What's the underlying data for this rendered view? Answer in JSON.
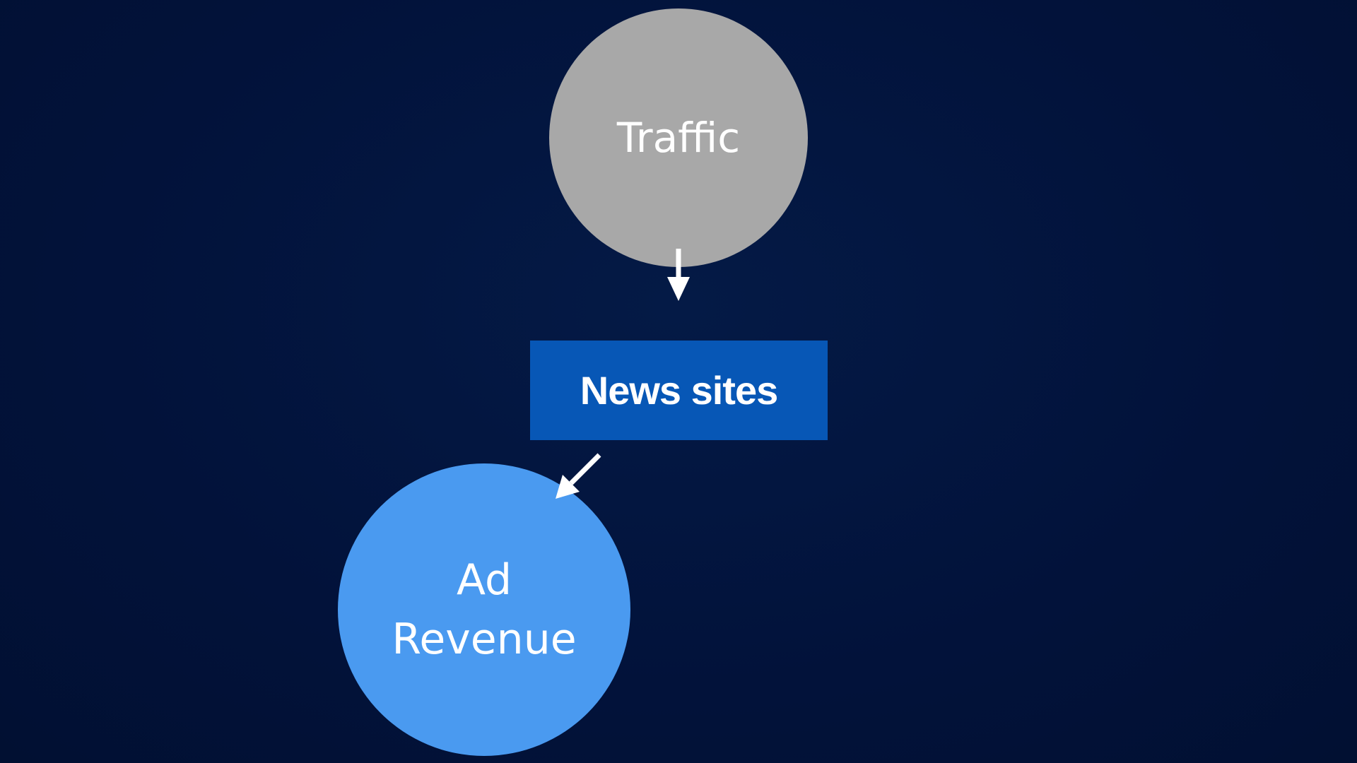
{
  "diagram": {
    "nodes": {
      "traffic": {
        "label": "Traffic",
        "color": "#a8a8a8"
      },
      "news_sites": {
        "label": "News sites",
        "color": "#0757b6"
      },
      "ad_revenue": {
        "label": "Ad\nRevenue",
        "color": "#4a9af0"
      }
    },
    "edges": [
      {
        "from": "traffic",
        "to": "news_sites"
      },
      {
        "from": "news_sites",
        "to": "ad_revenue"
      }
    ],
    "arrow_color": "#ffffff"
  }
}
